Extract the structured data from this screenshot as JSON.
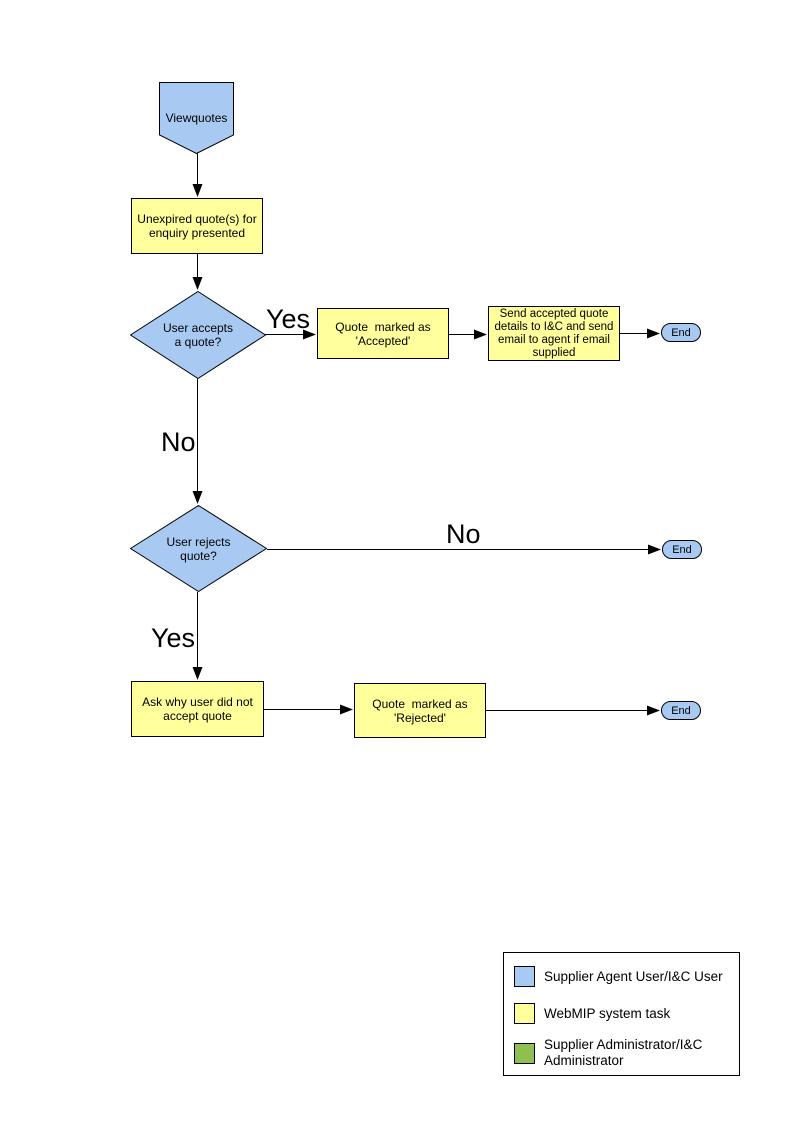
{
  "colors": {
    "user_task_fill": "#A8CAF2",
    "system_task_fill": "#FFFF9C",
    "admin_task_fill": "#8FBE53",
    "shape_border": "#000000",
    "connector": "#000000",
    "page_background": "#FFFFFF"
  },
  "nodes": {
    "start": {
      "label": "Viewquotes",
      "shape": "off-page-connector"
    },
    "present_quotes": {
      "label": "Unexpired quote(s) for\nenquiry presented",
      "shape": "process"
    },
    "accept_decision": {
      "label": "User accepts\na quote?",
      "shape": "decision"
    },
    "mark_accepted": {
      "label": "Quote  marked as\n'Accepted'",
      "shape": "process"
    },
    "send_details": {
      "label": "Send accepted quote\ndetails to I&C and send\nemail to agent if email\nsupplied",
      "shape": "process"
    },
    "end_accept": {
      "label": "End",
      "shape": "terminator"
    },
    "reject_decision": {
      "label": "User rejects\nquote?",
      "shape": "decision"
    },
    "end_no_reject": {
      "label": "End",
      "shape": "terminator"
    },
    "ask_why": {
      "label": "Ask why user did not\naccept quote",
      "shape": "process"
    },
    "mark_rejected": {
      "label": "Quote  marked as\n'Rejected'",
      "shape": "process"
    },
    "end_reject": {
      "label": "End",
      "shape": "terminator"
    }
  },
  "edge_labels": {
    "accept_yes": "Yes",
    "accept_no": "No",
    "reject_no": "No",
    "reject_yes": "Yes"
  },
  "legend": {
    "items": [
      {
        "swatch_color": "#A8CAF2",
        "label": "Supplier Agent User/I&C User"
      },
      {
        "swatch_color": "#FFFF9C",
        "label": "WebMIP system task"
      },
      {
        "swatch_color": "#8FBE53",
        "label": "Supplier Administrator/I&C\nAdministrator"
      }
    ]
  }
}
